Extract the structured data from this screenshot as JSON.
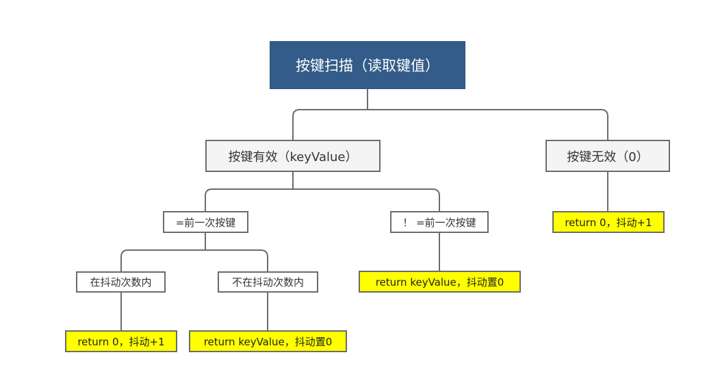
{
  "diagram": {
    "root": "按键扫描（读取键值）",
    "key_valid": "按键有效（keyValue）",
    "key_invalid": "按键无效（0）",
    "same_as_prev": "=前一次按键",
    "diff_from_prev": "！ =前一次按键",
    "within_debounce": "在抖动次数内",
    "not_within_debounce": "不在抖动次数内",
    "ret_zero_a": "return 0，抖动+1",
    "ret_key_a": "return keyValue，抖动置0",
    "ret_key_b": "return keyValue，抖动置0",
    "ret_zero_b": "return 0，抖动+1"
  },
  "colors": {
    "root_fill": "#345c8a",
    "leaf_fill": "#ffff00",
    "line": "#6b6b6b"
  }
}
